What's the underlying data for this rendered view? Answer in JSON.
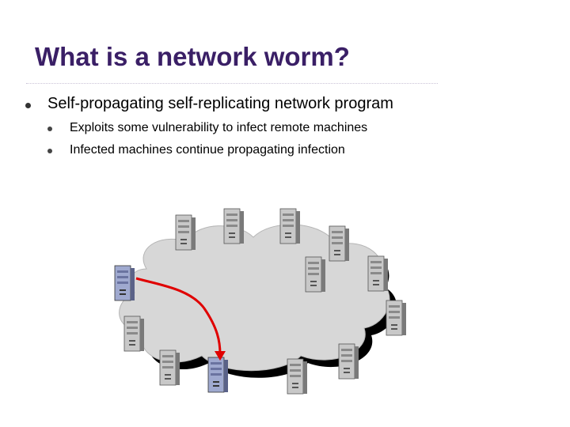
{
  "slide": {
    "title": "What is a network worm?",
    "bullets": [
      {
        "text": "Self-propagating self-replicating network program",
        "sub": [
          "Exploits some vulnerability to infect remote machines",
          "Infected machines continue propagating infection"
        ]
      }
    ]
  },
  "diagram": {
    "machines": 13,
    "infected_machines": 2,
    "colors": {
      "cloud": "#d7d7d7",
      "cloud_shadow": "#000000",
      "server": "#c8c8c8",
      "server_dark": "#7a7a7a",
      "infected": "#9fa9cf",
      "arrow": "#e00000",
      "title": "#3a1f66"
    }
  }
}
